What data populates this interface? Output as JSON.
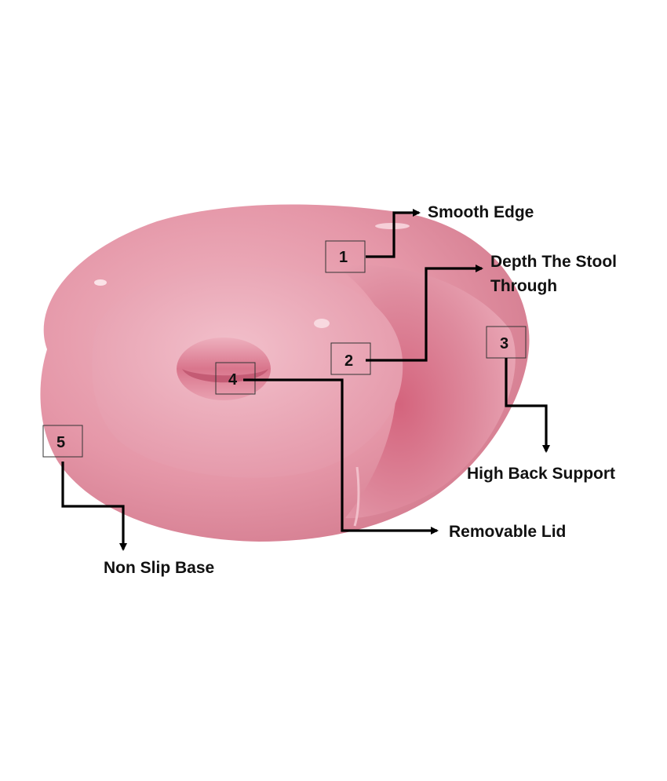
{
  "product": {
    "body_color": "#dd8a9c",
    "highlight_color": "#f3c3cd",
    "shadow_color": "#b8566c"
  },
  "callouts": [
    {
      "number": "1",
      "label_lines": [
        "Smooth Edge"
      ]
    },
    {
      "number": "2",
      "label_lines": [
        "Depth The Stool",
        "Through"
      ]
    },
    {
      "number": "3",
      "label_lines": [
        "High Back Support"
      ]
    },
    {
      "number": "4",
      "label_lines": [
        "Removable Lid"
      ]
    },
    {
      "number": "5",
      "label_lines": [
        "Non Slip Base"
      ]
    }
  ]
}
